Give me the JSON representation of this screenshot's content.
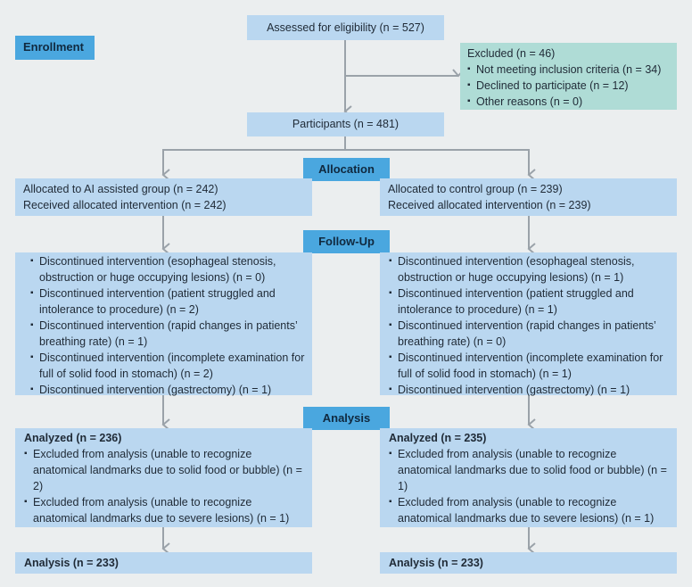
{
  "labels": {
    "enrollment": "Enrollment",
    "allocation": "Allocation",
    "follow_up": "Follow-Up",
    "analysis": "Analysis"
  },
  "assessed": "Assessed for eligibility (n = 527)",
  "excluded": {
    "title": "Excluded (n = 46)",
    "items": [
      "Not meeting inclusion criteria (n = 34)",
      "Declined to participate (n = 12)",
      "Other reasons (n = 0)"
    ]
  },
  "participants": "Participants (n = 481)",
  "allocation": {
    "ai": [
      "Allocated to AI assisted group (n = 242)",
      "Received allocated intervention (n = 242)"
    ],
    "control": [
      "Allocated to control group (n = 239)",
      "Received allocated intervention (n = 239)"
    ]
  },
  "followup": {
    "ai": [
      "Discontinued intervention (esophageal stenosis, obstruction or huge occupying lesions) (n = 0)",
      "Discontinued intervention (patient struggled and intolerance to procedure) (n = 2)",
      "Discontinued intervention (rapid changes in patients’ breathing rate) (n = 1)",
      "Discontinued intervention (incomplete examination for full of solid food in stomach) (n = 2)",
      "Discontinued intervention (gastrectomy) (n = 1)"
    ],
    "control": [
      "Discontinued intervention (esophageal stenosis, obstruction or huge occupying lesions) (n = 1)",
      "Discontinued intervention (patient struggled and intolerance to procedure) (n = 1)",
      "Discontinued intervention (rapid changes in patients’ breathing rate) (n = 0)",
      "Discontinued intervention (incomplete examination for full of solid food in stomach) (n = 1)",
      "Discontinued intervention (gastrectomy) (n = 1)"
    ]
  },
  "analyzed": {
    "ai": {
      "title": "Analyzed (n = 236)",
      "items": [
        "Excluded from analysis (unable to recognize anatomical landmarks due to solid food or bubble) (n = 2)",
        "Excluded from analysis (unable to recognize anatomical landmarks due to severe lesions) (n = 1)"
      ]
    },
    "control": {
      "title": "Analyzed (n = 235)",
      "items": [
        "Excluded from analysis (unable to recognize anatomical landmarks due to solid food or bubble) (n = 1)",
        "Excluded from analysis (unable to recognize anatomical landmarks due to severe lesions) (n = 1)"
      ]
    }
  },
  "final": {
    "ai": "Analysis (n = 233)",
    "control": "Analysis (n = 233)"
  },
  "colors": {
    "box": "#bad7f0",
    "label": "#4aa7df",
    "excluded": "#afdcd6",
    "arrow": "#9aa2a9",
    "background": "#ebeeef"
  }
}
